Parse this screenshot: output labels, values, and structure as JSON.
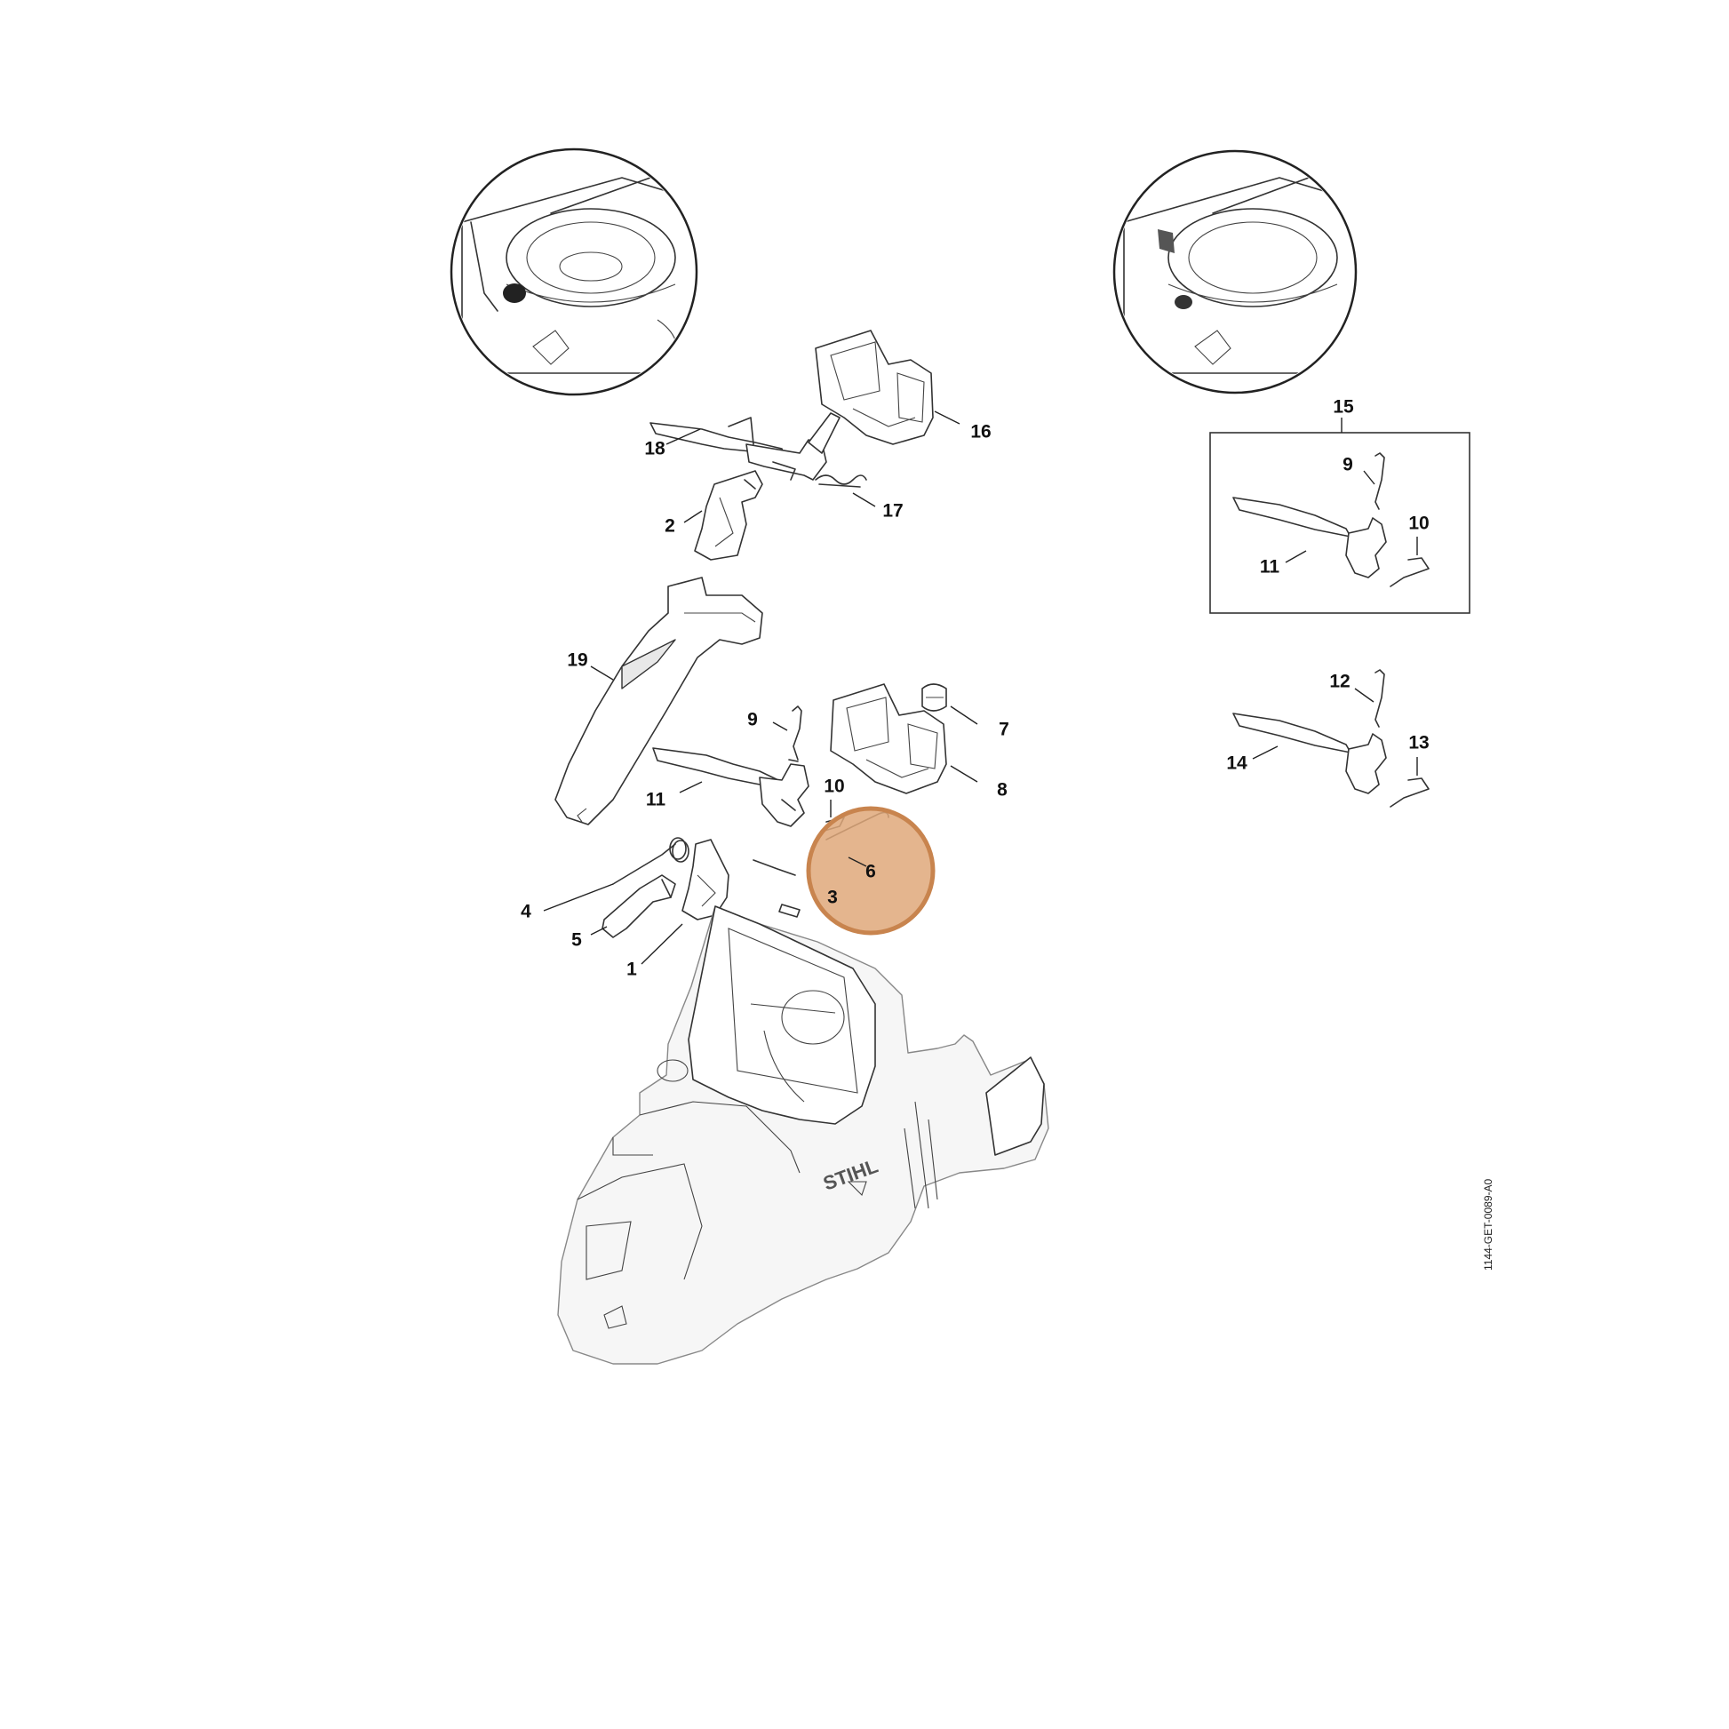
{
  "highlight_color": "#dfa87a",
  "highlight_stroke": "#c8844e",
  "drawing_code": "1144-GET-0089-A0",
  "callouts": [
    {
      "id": "18",
      "text": "18"
    },
    {
      "id": "16",
      "text": "16"
    },
    {
      "id": "2",
      "text": "2"
    },
    {
      "id": "17",
      "text": "17"
    },
    {
      "id": "19",
      "text": "19"
    },
    {
      "id": "9a",
      "text": "9"
    },
    {
      "id": "7",
      "text": "7"
    },
    {
      "id": "8",
      "text": "8"
    },
    {
      "id": "11a",
      "text": "11"
    },
    {
      "id": "10a",
      "text": "10"
    },
    {
      "id": "6",
      "text": "6"
    },
    {
      "id": "3",
      "text": "3"
    },
    {
      "id": "4",
      "text": "4"
    },
    {
      "id": "5",
      "text": "5"
    },
    {
      "id": "1",
      "text": "1"
    },
    {
      "id": "15",
      "text": "15"
    },
    {
      "id": "9b",
      "text": "9"
    },
    {
      "id": "10b",
      "text": "10"
    },
    {
      "id": "11b",
      "text": "11"
    },
    {
      "id": "12",
      "text": "12"
    },
    {
      "id": "13",
      "text": "13"
    },
    {
      "id": "14",
      "text": "14"
    }
  ]
}
